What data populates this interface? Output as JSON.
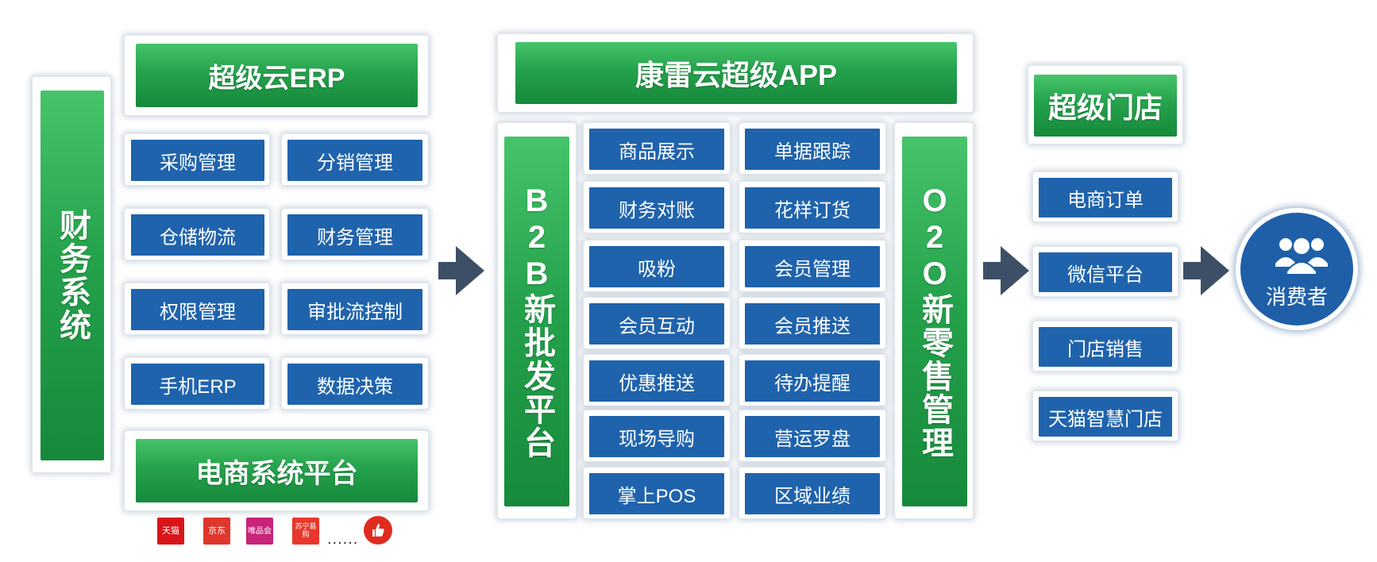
{
  "finance": {
    "label": "财务系统"
  },
  "erp": {
    "title": "超级云ERP",
    "items": [
      "采购管理",
      "分销管理",
      "仓储物流",
      "财务管理",
      "权限管理",
      "审批流控制",
      "手机ERP",
      "数据决策"
    ],
    "bottom_title": "电商系统平台"
  },
  "logos": [
    "天猫",
    "京东",
    "唯品会",
    "苏宁易购"
  ],
  "logos_more": "......",
  "app": {
    "title": "康雷云超级APP",
    "b2b_label": "B2B新批发平台",
    "o2o_label": "O2O新零售管理",
    "left_items": [
      "商品展示",
      "财务对账",
      "吸粉",
      "会员互动",
      "优惠推送",
      "现场导购",
      "掌上POS"
    ],
    "right_items": [
      "单据跟踪",
      "花样订货",
      "会员管理",
      "会员推送",
      "待办提醒",
      "营运罗盘",
      "区域业绩"
    ]
  },
  "store": {
    "title": "超级门店",
    "items": [
      "电商订单",
      "微信平台",
      "门店销售",
      "天猫智慧门店"
    ]
  },
  "consumer": {
    "label": "消费者",
    "icon": "users-icon"
  },
  "colors": {
    "green": "#25a24c",
    "blue": "#1f63ad",
    "arrow": "#3d4f66"
  }
}
